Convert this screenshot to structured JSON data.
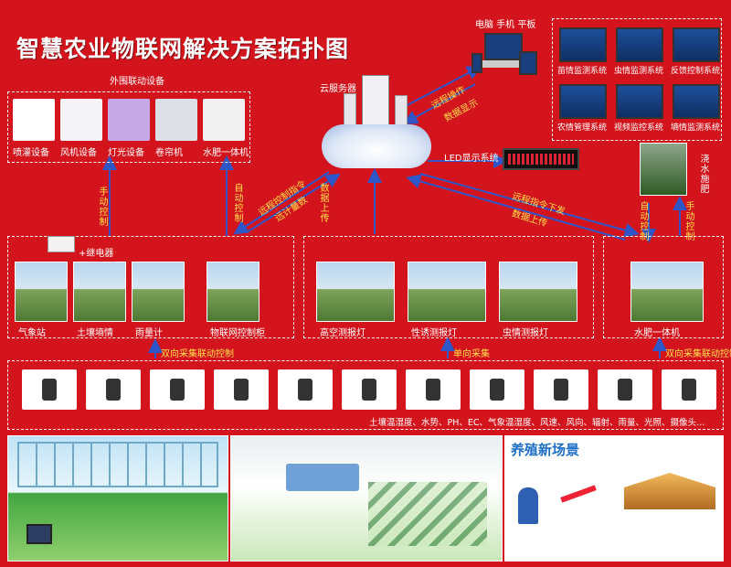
{
  "title": "智慧农业物联网解决方案拓扑图",
  "devices_label": "电脑 手机 平板",
  "cloud_label": "云服务器",
  "external": {
    "title": "外围联动设备",
    "items": [
      "喷灌设备",
      "风机设备",
      "灯光设备",
      "卷帘机",
      "水肥一体机"
    ]
  },
  "monitors": [
    "苗情监测系统",
    "虫情监测系统",
    "反馈控制系统",
    "农情管理系统",
    "视频监控系统",
    "墒情监测系统"
  ],
  "arrows": {
    "remote_op": "远程操作",
    "data_display": "数据显示",
    "remote_control_cmd": "远程控制指令",
    "data_collect": "远计量数",
    "data_up1": "数据上传",
    "remote_cmd_down": "远程指令下发",
    "data_up2": "数据上传",
    "led": "LED显示系统",
    "manual1": "手动控制",
    "manual2": "手动控制",
    "auto1": "自动控制",
    "auto2": "自动控制",
    "irrigate": "浇水施肥",
    "bidirectional1": "双向采集联动控制",
    "single": "单向采集",
    "bidirectional2": "双向采集联动控制"
  },
  "left_group": {
    "relay": "+继电器",
    "items": [
      "气象站",
      "土壤墒情",
      "雨量计",
      "物联网控制柜"
    ]
  },
  "middle_group": {
    "items": [
      "高空测报灯",
      "性诱测报灯",
      "虫情测报灯"
    ]
  },
  "right_group": {
    "items": [
      "水肥一体机"
    ]
  },
  "sensor_caption": "土壤温湿度、水势、PH、EC、气象温湿度、风速、风向、辐射、雨量、光照、摄像头…",
  "bottom": {
    "scene_title": "养殖新场景"
  },
  "colors": {
    "background": "#d4141c",
    "accent": "#ffe14a",
    "arrow": "#2f56c9"
  }
}
